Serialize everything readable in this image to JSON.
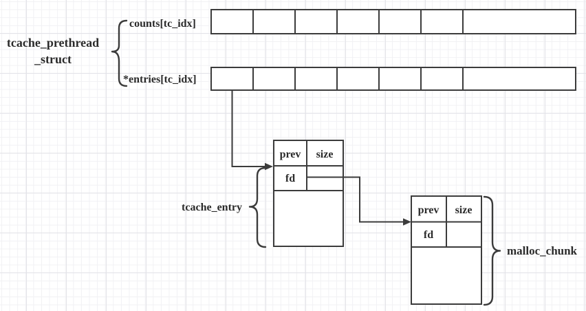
{
  "diagram": {
    "struct_label": {
      "line1": "tcache_prethread",
      "line2": "_struct"
    },
    "counts_label": "counts[tc_idx]",
    "entries_label": "*entries[tc_idx]",
    "counts_array_cells": 7,
    "entries_array_cells": 7,
    "tcache_entry": {
      "label": "tcache_entry",
      "prev": "prev",
      "size": "size",
      "fd": "fd"
    },
    "malloc_chunk": {
      "label": "malloc_chunk",
      "prev": "prev",
      "size": "size",
      "fd": "fd"
    },
    "colors": {
      "stroke": "#3b3b3b",
      "text": "#2b2b2b",
      "box_fill": "#ffffff",
      "grid_minor": "#f1f1f4",
      "grid_major": "#e3e3e8",
      "background": "#ffffff"
    }
  }
}
